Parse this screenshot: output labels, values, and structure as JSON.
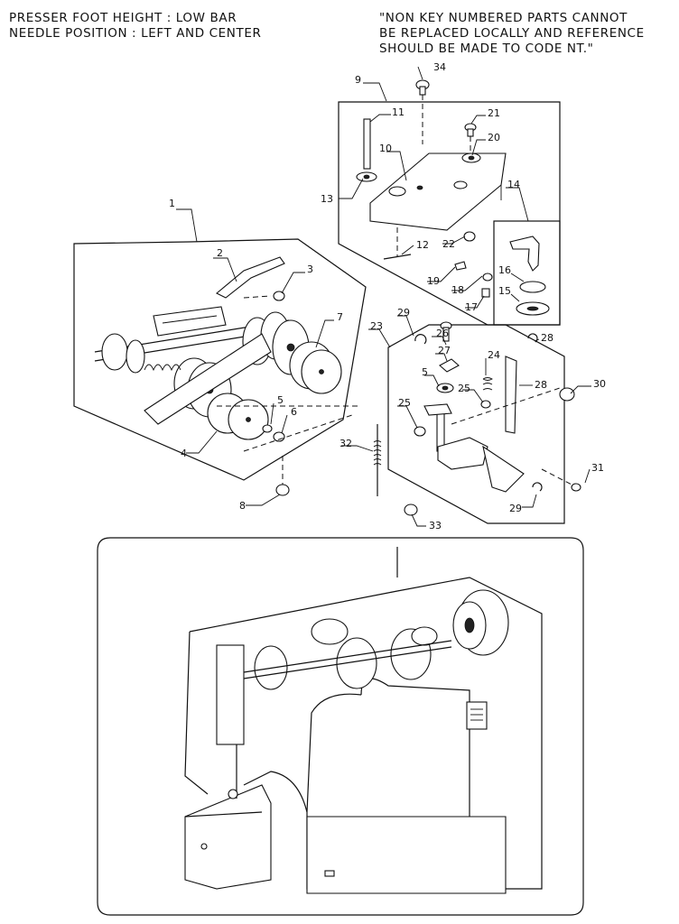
{
  "header": {
    "left_line1": "PRESSER FOOT HEIGHT : LOW BAR",
    "left_line2": "NEEDLE POSITION : LEFT AND CENTER",
    "right_line1": "\"NON KEY NUMBERED PARTS CANNOT",
    "right_line2": "BE REPLACED LOCALLY AND REFERENCE",
    "right_line3": "SHOULD BE MADE TO CODE NT.\""
  },
  "callouts": {
    "c1": "1",
    "c2": "2",
    "c3": "3",
    "c4": "4",
    "c5a": "5",
    "c5b": "5",
    "c6": "6",
    "c7": "7",
    "c8": "8",
    "c9": "9",
    "c10": "10",
    "c11": "11",
    "c12": "12",
    "c13": "13",
    "c14": "14",
    "c15": "15",
    "c16": "16",
    "c17": "17",
    "c18": "18",
    "c19": "19",
    "c20": "20",
    "c21": "21",
    "c22": "22",
    "c23": "23",
    "c24": "24",
    "c25a": "25",
    "c25b": "25",
    "c26": "26",
    "c27": "27",
    "c28a": "28",
    "c28b": "28",
    "c29a": "29",
    "c29b": "29",
    "c30": "30",
    "c31": "31",
    "c32": "32",
    "c33": "33",
    "c34": "34"
  }
}
